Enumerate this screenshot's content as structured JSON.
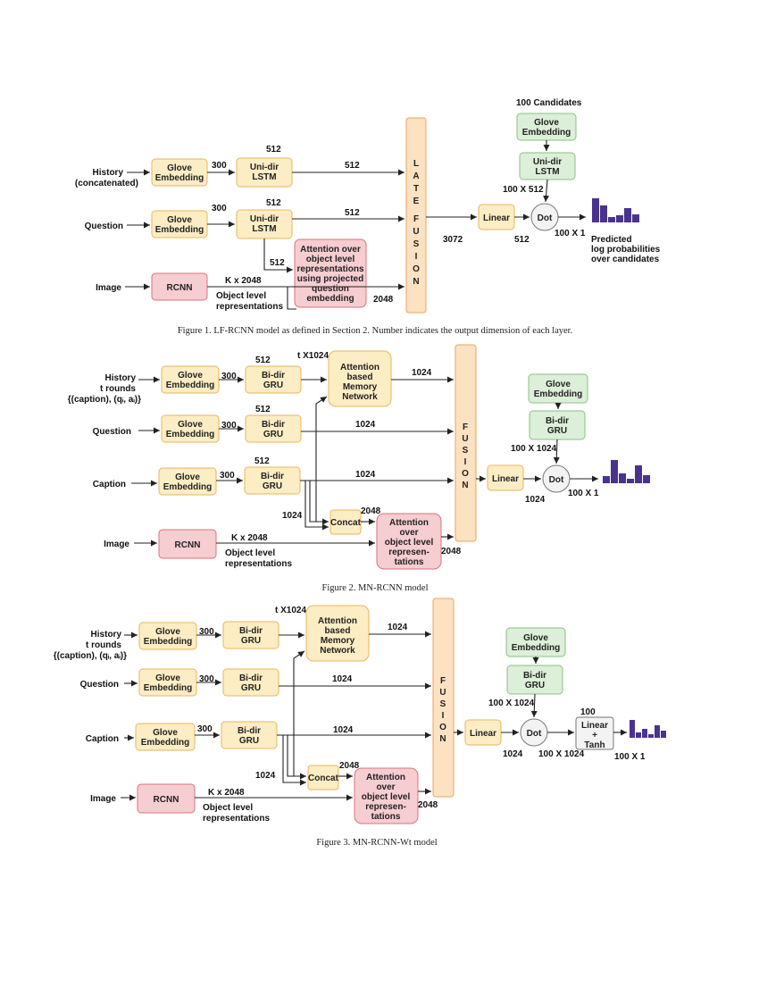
{
  "fig1": {
    "candidates_title": "100 Candidates",
    "history": [
      "History",
      "(concatenated)"
    ],
    "question": "Question",
    "image": "Image",
    "glove": [
      "Glove",
      "Embedding"
    ],
    "lstm": [
      "Uni-dir",
      "LSTM"
    ],
    "rcnn": "RCNN",
    "attention": [
      "Attention over",
      "object level",
      "representations",
      "using projected",
      "question",
      "embedding"
    ],
    "fusion_letters": [
      "L",
      "A",
      "T",
      "E",
      "F",
      "U",
      "S",
      "I",
      "O",
      "N"
    ],
    "linear": "Linear",
    "dot": "Dot",
    "labels": {
      "h_300": "300",
      "h_512_top": "512",
      "h_512_out": "512",
      "q_300": "300",
      "q_512_top": "512",
      "q_512_out": "512",
      "att_512": "512",
      "att_2048": "2048",
      "kx2048": "K x 2048",
      "obj": [
        "Object level",
        "representations"
      ],
      "d3072": "3072",
      "lin_512": "512",
      "c100x512": "100 X 512",
      "c100x1": "100 X 1"
    },
    "predicted": [
      "Predicted",
      "log probabilities",
      "over candidates"
    ],
    "caption": "Figure 1. LF-RCNN model as defined in Section 2. Number indicates the output dimension of each layer."
  },
  "fig2": {
    "history": [
      "History",
      "t rounds",
      "{(caption), (qᵢ, aᵢ)}"
    ],
    "question": "Question",
    "caption_in": "Caption",
    "image": "Image",
    "glove": [
      "Glove",
      "Embedding"
    ],
    "gru": [
      "Bi-dir",
      "GRU"
    ],
    "rcnn": "RCNN",
    "memory": [
      "Attention",
      "based",
      "Memory",
      "Network"
    ],
    "concat": "Concat",
    "attention": [
      "Attention",
      "over",
      "object level",
      "represen-",
      "tations"
    ],
    "fusion_letters": [
      "F",
      "U",
      "S",
      "I",
      "O",
      "N"
    ],
    "linear": "Linear",
    "dot": "Dot",
    "labels": {
      "t1024": "t X1024",
      "h_300": "300",
      "h_512": "512",
      "h_1024": "1024",
      "q_300": "300",
      "q_512": "512",
      "q_1024": "1024",
      "c_300": "300",
      "c_512": "512",
      "c_1024": "1024",
      "left1024": "1024",
      "cc2048": "2048",
      "att2048": "2048",
      "kx2048": "K x 2048",
      "obj": [
        "Object level",
        "representations"
      ],
      "lin1024": "1024",
      "c100x1024": "100 X 1024",
      "c100x1": "100 X 1"
    },
    "caption": "Figure 2. MN-RCNN model"
  },
  "fig3": {
    "history": [
      "History",
      "t rounds",
      "{(caption), (qᵢ, aᵢ)}"
    ],
    "question": "Question",
    "caption_in": "Caption",
    "image": "Image",
    "glove": [
      "Glove",
      "Embedding"
    ],
    "gru": [
      "Bi-dir",
      "GRU"
    ],
    "rcnn": "RCNN",
    "memory": [
      "Attention",
      "based",
      "Memory",
      "Network"
    ],
    "concat": "Concat",
    "attention": [
      "Attention",
      "over",
      "object level",
      "represen-",
      "tations"
    ],
    "fusion_letters": [
      "F",
      "U",
      "S",
      "I",
      "O",
      "N"
    ],
    "linear": "Linear",
    "dot": "Dot",
    "lintanh": [
      "Linear",
      "+",
      "Tanh"
    ],
    "labels": {
      "t1024": "t X1024",
      "h_300": "300",
      "h_1024": "1024",
      "q_300": "300",
      "q_1024": "1024",
      "c_300": "300",
      "c_1024": "1024",
      "left1024": "1024",
      "cc2048": "2048",
      "att2048": "2048",
      "kx2048": "K x 2048",
      "obj": [
        "Object level",
        "representations"
      ],
      "lin1024": "1024",
      "c100x1024": "100 X 1024",
      "dot100x1024": "100 X 1024",
      "l100": "100",
      "c100x1": "100 X 1"
    },
    "caption": "Figure 3. MN-RCNN-Wt model"
  }
}
